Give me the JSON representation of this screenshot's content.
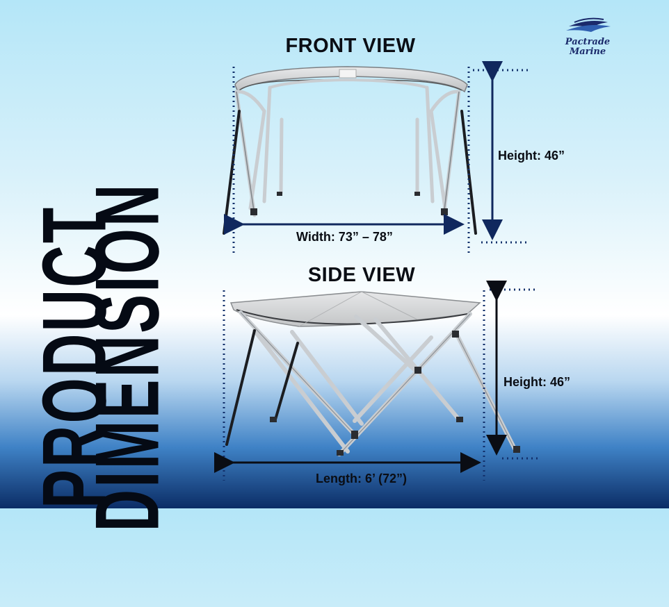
{
  "title": {
    "line1": "PRODUCT",
    "line2": "DIMENSION"
  },
  "logo": {
    "line1": "Pactrade",
    "line2": "Marine",
    "icon": "boat-wave-icon"
  },
  "front_view": {
    "heading": "FRONT VIEW",
    "height_label": "Height: 46”",
    "width_label": "Width: 73” – 78”"
  },
  "side_view": {
    "heading": "SIDE VIEW",
    "height_label": "Height: 46”",
    "length_label": "Length: 6’ (72”)"
  },
  "colors": {
    "arrow": "#10285e",
    "canopy": "#d4d5d6",
    "frame": "#c8ccd0",
    "text": "#0a0d14"
  }
}
